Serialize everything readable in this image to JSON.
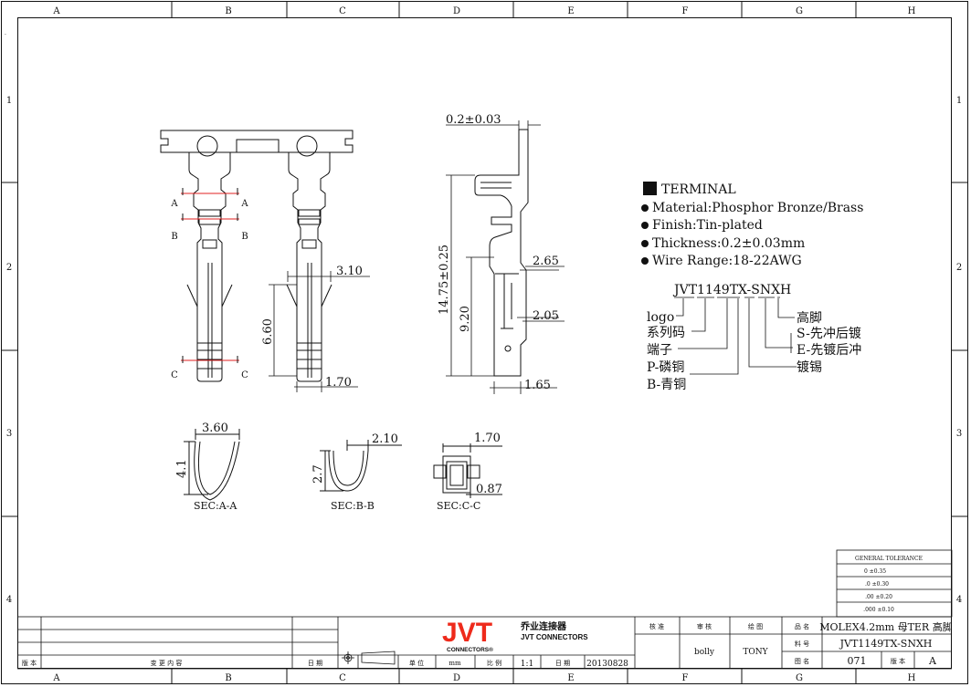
{
  "frame": {
    "top_labels": [
      "A",
      "B",
      "C",
      "D",
      "E",
      "F",
      "G",
      "H"
    ],
    "side_labels": [
      "1",
      "2",
      "3",
      "4"
    ]
  },
  "terminal_info": {
    "title": "TERMINAL",
    "material": "Material:Phosphor Bronze/Brass",
    "finish": "Finish:Tin-plated",
    "thickness": "Thickness:0.2±0.03mm",
    "wire_range": "Wire Range:18-22AWG"
  },
  "part_code": {
    "code": "JVT1149TX-SNXH",
    "left_labels": [
      "logo",
      "系列码",
      "端子",
      "P-磷铜",
      "B-青铜"
    ],
    "right_labels": [
      "高脚",
      "S-先冲后镀",
      "E-先镀后冲",
      "镀锡"
    ]
  },
  "dimensions": {
    "thickness": "0.2±0.03",
    "overall_length": "14.75±0.25",
    "length_920": "9.20",
    "d265": "2.65",
    "d205": "2.05",
    "d165": "1.65",
    "d310": "3.10",
    "d660": "6.60",
    "d170": "1.70"
  },
  "sections": {
    "a": {
      "width": "3.60",
      "height": "4.1",
      "label": "SEC:A-A"
    },
    "b": {
      "width": "2.10",
      "height": "2.7",
      "label": "SEC:B-B"
    },
    "c": {
      "width": "1.70",
      "height": "0.87",
      "label": "SEC:C-C"
    }
  },
  "cut_marks": {
    "a": "A",
    "b": "B",
    "c": "C"
  },
  "tolerance": {
    "title": "GENERAL TOLERANCE",
    "rows": [
      "0  ±0.35",
      ".0  ±0.30",
      ".00  ±0.20",
      ".000 ±0.10"
    ]
  },
  "title_block": {
    "brand": "JVT",
    "brand_sub": "CONNECTORS®",
    "company_cn": "乔业连接器",
    "company_en": "JVT CONNECTORS",
    "rev_col": "版 本",
    "change_col": "变 更 内 容",
    "date_col": "日 期",
    "unit_label": "单 位",
    "unit_value": "mm",
    "scale_label": "比 例",
    "scale_value": "1:1",
    "date_label": "日 期",
    "date_value": "20130828",
    "approve_label": "核 准",
    "review_label": "审 核",
    "draw_label": "绘 图",
    "review_name": "bolly",
    "draw_name": "TONY",
    "name_label": "品 名",
    "name_value": "MOLEX4.2mm 母TER 高脚",
    "part_label": "料 号",
    "part_value": "JVT1149TX-SNXH",
    "dwg_label": "图 名",
    "dwg_value": "071",
    "ver_label": "版 本",
    "ver_value": "A"
  }
}
